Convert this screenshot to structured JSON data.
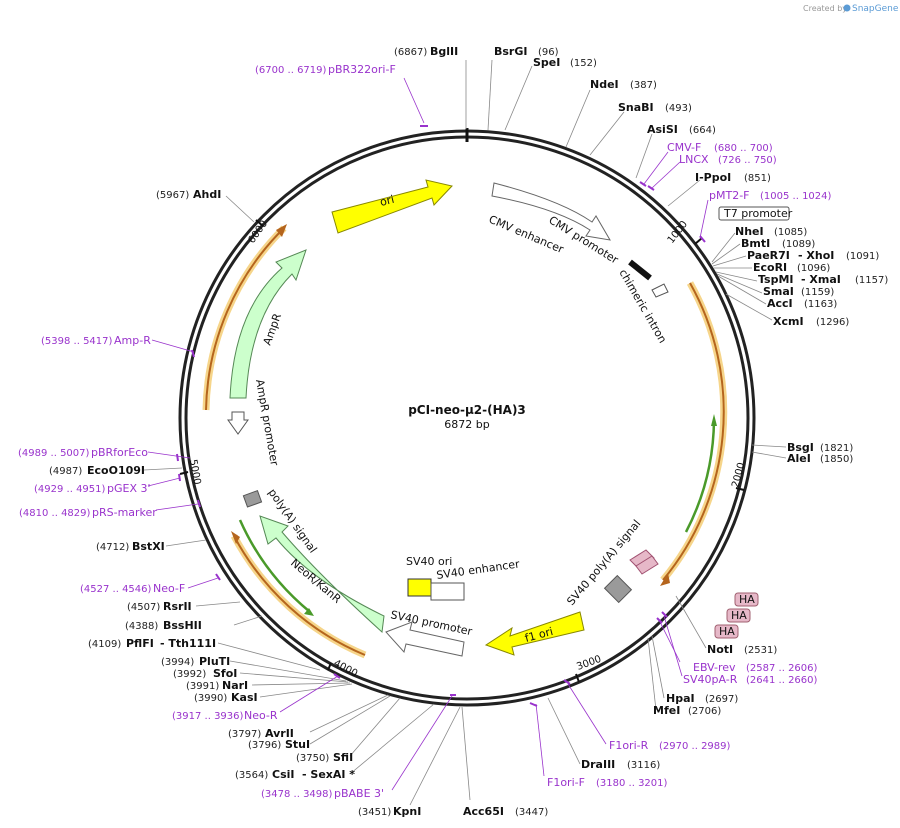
{
  "credit": {
    "prefix": "Created by",
    "brand": "SnapGene"
  },
  "plasmid": {
    "name": "pCI-neo-μ2-(HA)3",
    "length_label": "6872 bp"
  },
  "ring_ticks": [
    "1000",
    "2000",
    "3000",
    "4000",
    "5000",
    "6000"
  ],
  "features": [
    {
      "name": "ori",
      "key": "ori"
    },
    {
      "name": "CMV enhancer",
      "key": "cmv_enh"
    },
    {
      "name": "CMV promoter",
      "key": "cmv_prom"
    },
    {
      "name": "chimeric intron",
      "key": "intron"
    },
    {
      "name": "T7 promoter",
      "key": "t7"
    },
    {
      "name": "SV40 poly(A) signal",
      "key": "sv40pa"
    },
    {
      "name": "HA",
      "key": "ha1"
    },
    {
      "name": "HA",
      "key": "ha2"
    },
    {
      "name": "HA",
      "key": "ha3"
    },
    {
      "name": "f1 ori",
      "key": "f1"
    },
    {
      "name": "SV40 ori",
      "key": "sv40ori"
    },
    {
      "name": "SV40 enhancer",
      "key": "sv40enh"
    },
    {
      "name": "SV40 promoter",
      "key": "sv40prom"
    },
    {
      "name": "NeoR/KanR",
      "key": "neo"
    },
    {
      "name": "poly(A) signal",
      "key": "polya"
    },
    {
      "name": "AmpR",
      "key": "ampr"
    },
    {
      "name": "AmpR promoter",
      "key": "ampr_prom"
    }
  ],
  "sites": [
    {
      "name": "BglII",
      "coord": "(6867)"
    },
    {
      "name": "BsrGI",
      "coord": "(96)"
    },
    {
      "name": "SpeI",
      "coord": "(152)"
    },
    {
      "name": "NdeI",
      "coord": "(387)"
    },
    {
      "name": "SnaBI",
      "coord": "(493)"
    },
    {
      "name": "AsiSI",
      "coord": "(664)"
    },
    {
      "name": "I-PpoI",
      "coord": "(851)"
    },
    {
      "name": "NheI",
      "coord": "(1085)"
    },
    {
      "name": "BmtI",
      "coord": "(1089)"
    },
    {
      "name": "PaeR7I",
      "coord": "(1091)",
      "alt": "- XhoI"
    },
    {
      "name": "EcoRI",
      "coord": "(1096)"
    },
    {
      "name": "TspMI",
      "coord": "(1157)",
      "alt": "- XmaI"
    },
    {
      "name": "SmaI",
      "coord": "(1159)"
    },
    {
      "name": "AccI",
      "coord": "(1163)"
    },
    {
      "name": "XcmI",
      "coord": "(1296)"
    },
    {
      "name": "BsgI",
      "coord": "(1821)"
    },
    {
      "name": "AleI",
      "coord": "(1850)"
    },
    {
      "name": "NotI",
      "coord": "(2531)"
    },
    {
      "name": "HpaI",
      "coord": "(2697)"
    },
    {
      "name": "MfeI",
      "coord": "(2706)"
    },
    {
      "name": "DraIII",
      "coord": "(3116)"
    },
    {
      "name": "Acc65I",
      "coord": "(3447)"
    },
    {
      "name": "KpnI",
      "coord": "(3451)"
    },
    {
      "name": "CsiI",
      "coord": "(3564)",
      "alt": "- SexAI *"
    },
    {
      "name": "SfiI",
      "coord": "(3750)"
    },
    {
      "name": "StuI",
      "coord": "(3796)"
    },
    {
      "name": "AvrII",
      "coord": "(3797)"
    },
    {
      "name": "KasI",
      "coord": "(3990)"
    },
    {
      "name": "NarI",
      "coord": "(3991)"
    },
    {
      "name": "SfoI",
      "coord": "(3992)"
    },
    {
      "name": "PluTI",
      "coord": "(3994)"
    },
    {
      "name": "PflFI",
      "coord": "(4109)",
      "alt": "- Tth111I"
    },
    {
      "name": "BssHII",
      "coord": "(4388)"
    },
    {
      "name": "RsrII",
      "coord": "(4507)"
    },
    {
      "name": "BstXI",
      "coord": "(4712)"
    },
    {
      "name": "EcoO109I",
      "coord": "(4987)"
    },
    {
      "name": "AhdI",
      "coord": "(5967)"
    }
  ],
  "primers": [
    {
      "name": "pBR322ori-F",
      "range": "(6700 .. 6719)"
    },
    {
      "name": "CMV-F",
      "range": "(680 .. 700)"
    },
    {
      "name": "LNCX",
      "range": "(726 .. 750)"
    },
    {
      "name": "pMT2-F",
      "range": "(1005 .. 1024)"
    },
    {
      "name": "EBV-rev",
      "range": "(2587 .. 2606)"
    },
    {
      "name": "SV40pA-R",
      "range": "(2641 .. 2660)"
    },
    {
      "name": "F1ori-R",
      "range": "(2970 .. 2989)"
    },
    {
      "name": "F1ori-F",
      "range": "(3180 .. 3201)"
    },
    {
      "name": "pBABE 3'",
      "range": "(3478 .. 3498)"
    },
    {
      "name": "Neo-R",
      "range": "(3917 .. 3936)"
    },
    {
      "name": "Neo-F",
      "range": "(4527 .. 4546)"
    },
    {
      "name": "pRS-marker",
      "range": "(4810 .. 4829)"
    },
    {
      "name": "pGEX 3'",
      "range": "(4929 .. 4951)"
    },
    {
      "name": "pBRforEco",
      "range": "(4989 .. 5007)"
    },
    {
      "name": "Amp-R",
      "range": "(5398 .. 5417)"
    }
  ]
}
